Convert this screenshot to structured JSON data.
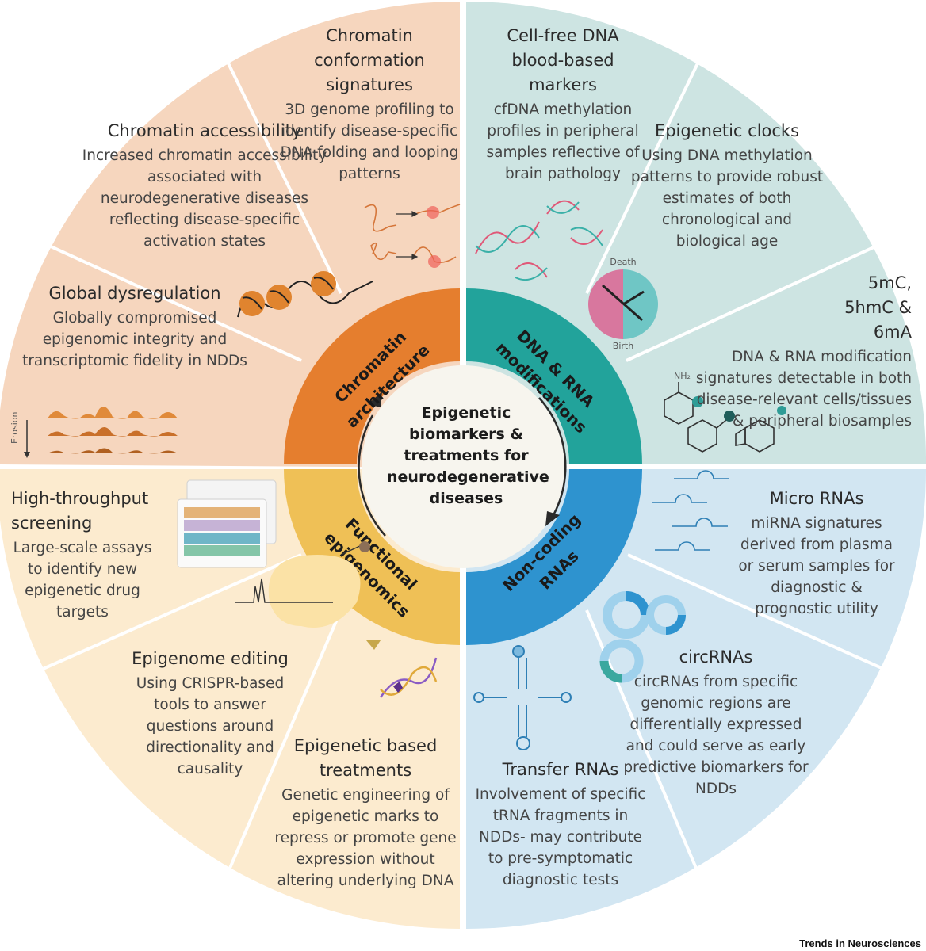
{
  "center": {
    "title": "Epigenetic biomarkers & treatments for neurodegenerative diseases"
  },
  "ring": {
    "chromatin": "Chromatin architecture",
    "dna_rna": "DNA & RNA modifications",
    "functional": "Functional epigenomics",
    "noncoding": "Non-coding RNAs"
  },
  "segments": {
    "global": {
      "title": "Global dysregulation",
      "desc": "Globally compromised epigenomic integrity and transcriptomic fidelity in NDDs",
      "erosion_label": "Erosion"
    },
    "accessibility": {
      "title": "Chromatin accessibility",
      "desc": "Increased chromatin accessibility associated with neurodegenerative diseases reflecting disease-specific activation states"
    },
    "conformation": {
      "title": "Chromatin conformation signatures",
      "desc": "3D genome profiling to identify disease-specific DNA folding and looping patterns"
    },
    "cfdna": {
      "title": "Cell-free DNA blood-based markers",
      "desc": "cfDNA methylation profiles in peripheral samples reflective of brain pathology"
    },
    "clocks": {
      "title": "Epigenetic clocks",
      "desc": "Using DNA methylation patterns to provide robust estimates of both chronological and biological age",
      "death_label": "Death",
      "birth_label": "Birth"
    },
    "mods": {
      "title": "5mC, 5hmC & 6mA",
      "desc": "DNA & RNA modification signatures detectable in both disease-relevant cells/tissues & peripheral biosamples",
      "nh2_label": "NH₂"
    },
    "mirna": {
      "title": "Micro RNAs",
      "desc": "miRNA signatures derived from plasma or serum samples for diagnostic & prognostic utility"
    },
    "circrna": {
      "title": "circRNAs",
      "desc": "circRNAs from specific genomic regions are differentially expressed and could serve as early predictive biomarkers for NDDs"
    },
    "trna": {
      "title": "Transfer RNAs",
      "desc": "Involvement of specific tRNA fragments in NDDs- may contribute to pre-symptomatic diagnostic tests"
    },
    "treatments": {
      "title": "Epigenetic based treatments",
      "desc": "Genetic engineering of epigenetic marks to repress or promote gene expression without altering underlying DNA"
    },
    "editing": {
      "title": "Epigenome editing",
      "desc": "Using CRISPR-based tools to answer questions around directionality and causality"
    },
    "screening": {
      "title": "High-throughput screening",
      "desc": "Large-scale assays to identify new epigenetic drug targets"
    }
  },
  "colors": {
    "chromatin_bg": "#f6d6be",
    "dna_bg": "#cde4e2",
    "ncrna_bg": "#d2e6f2",
    "functional_bg": "#fcebcf",
    "chromatin_ring": "#e57e2e",
    "dna_ring": "#22a39b",
    "ncrna_ring": "#2e93cf",
    "functional_ring": "#efc056"
  },
  "footer": {
    "journal": "Trends in Neurosciences"
  }
}
